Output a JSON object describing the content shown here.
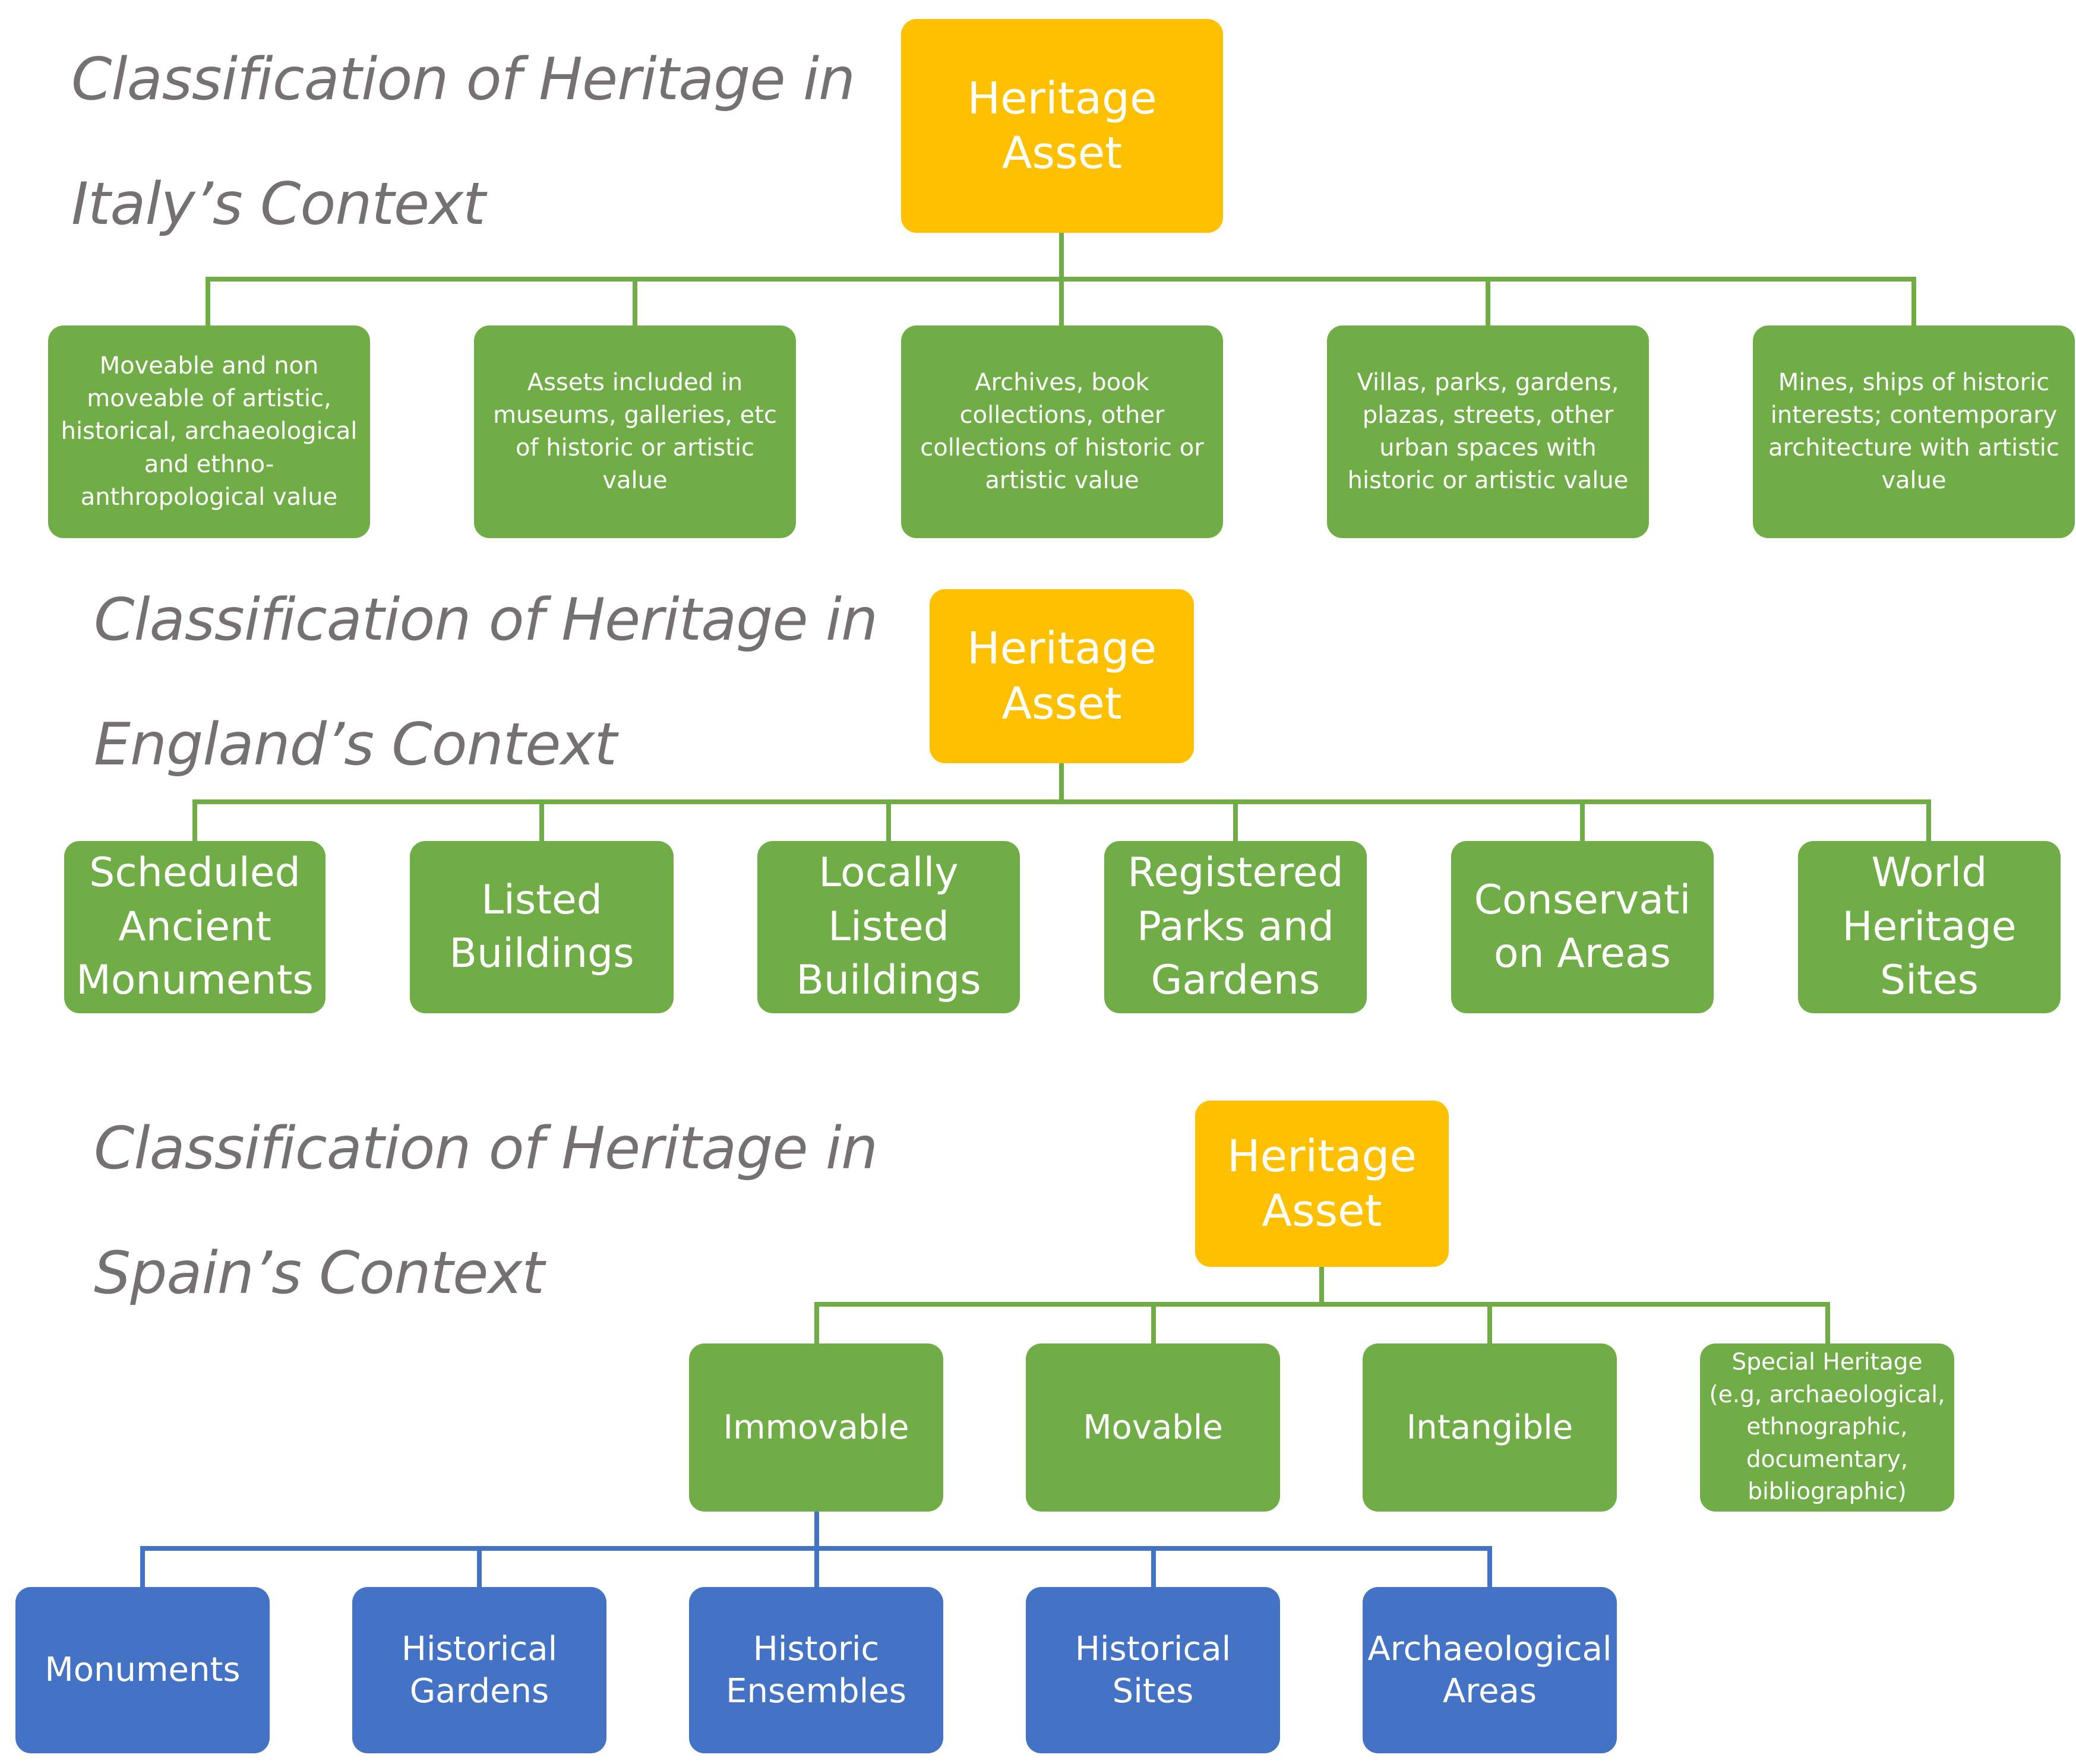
{
  "italy": {
    "title_line1": "Classification of Heritage in",
    "title_line2": "Italy’s Context",
    "root": "Heritage Asset",
    "children": [
      "Moveable and non moveable of artistic, historical, archaeological and ethno-anthropological value",
      "Assets included in museums, galleries, etc of historic or artistic value",
      "Archives, book collections, other collections of historic or artistic value",
      "Villas, parks, gardens, plazas, streets, other urban spaces with historic or artistic value",
      "Mines, ships of historic interests; contemporary architecture with artistic value"
    ]
  },
  "england": {
    "title_line1": "Classification of Heritage in",
    "title_line2": "England’s Context",
    "root": "Heritage Asset",
    "children": [
      "Scheduled Ancient Monuments",
      "Listed Buildings",
      "Locally Listed Buildings",
      "Registered Parks and Gardens",
      "Conservati on Areas",
      "World Heritage Sites"
    ]
  },
  "spain": {
    "title_line1": "Classification of Heritage in",
    "title_line2": "Spain’s Context",
    "root": "Heritage Asset",
    "children": [
      "Immovable",
      "Movable",
      "Intangible",
      "Special Heritage (e.g, archaeological, ethnographic, documentary, bibliographic)"
    ],
    "immovable_children": [
      "Monuments",
      "Historical Gardens",
      "Historic Ensembles",
      "Historical Sites",
      "Archaeological Areas"
    ]
  },
  "colors": {
    "root": "#ffc000",
    "green": "#70ad47",
    "blue": "#4472c4",
    "title": "#767171"
  }
}
